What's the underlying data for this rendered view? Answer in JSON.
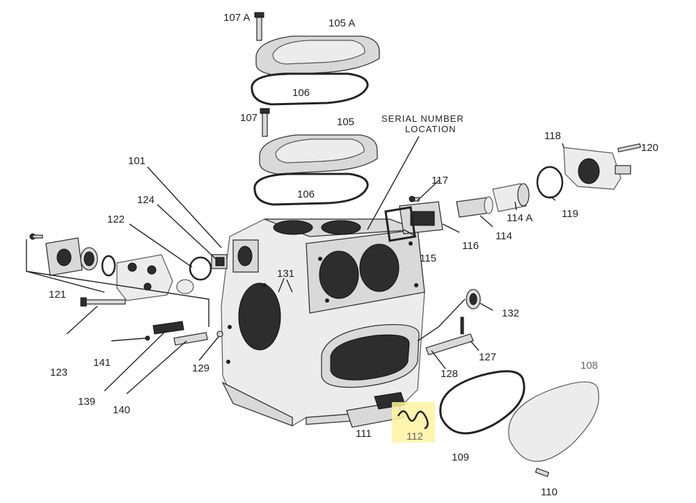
{
  "diagram": {
    "labels": {
      "p107a": "107 A",
      "p105a": "105 A",
      "p106a": "106",
      "p107": "107",
      "p105": "105",
      "p106b": "106",
      "serial1": "SERIAL NUMBER",
      "serial2": "LOCATION",
      "p118": "118",
      "p120": "120",
      "p117": "117",
      "p119": "119",
      "p114a": "114 A",
      "p114": "114",
      "p116": "116",
      "p115": "115",
      "p101": "101",
      "p124": "124",
      "p122": "122",
      "p131": "131",
      "p121": "121",
      "p123": "123",
      "p141": "141",
      "p139": "139",
      "p140": "140",
      "p129": "129",
      "p132": "132",
      "p127": "127",
      "p128": "128",
      "p108": "108",
      "p111": "111",
      "p112": "112",
      "p109": "109",
      "p110": "110"
    },
    "colors": {
      "highlight": "#fff3a0"
    }
  }
}
